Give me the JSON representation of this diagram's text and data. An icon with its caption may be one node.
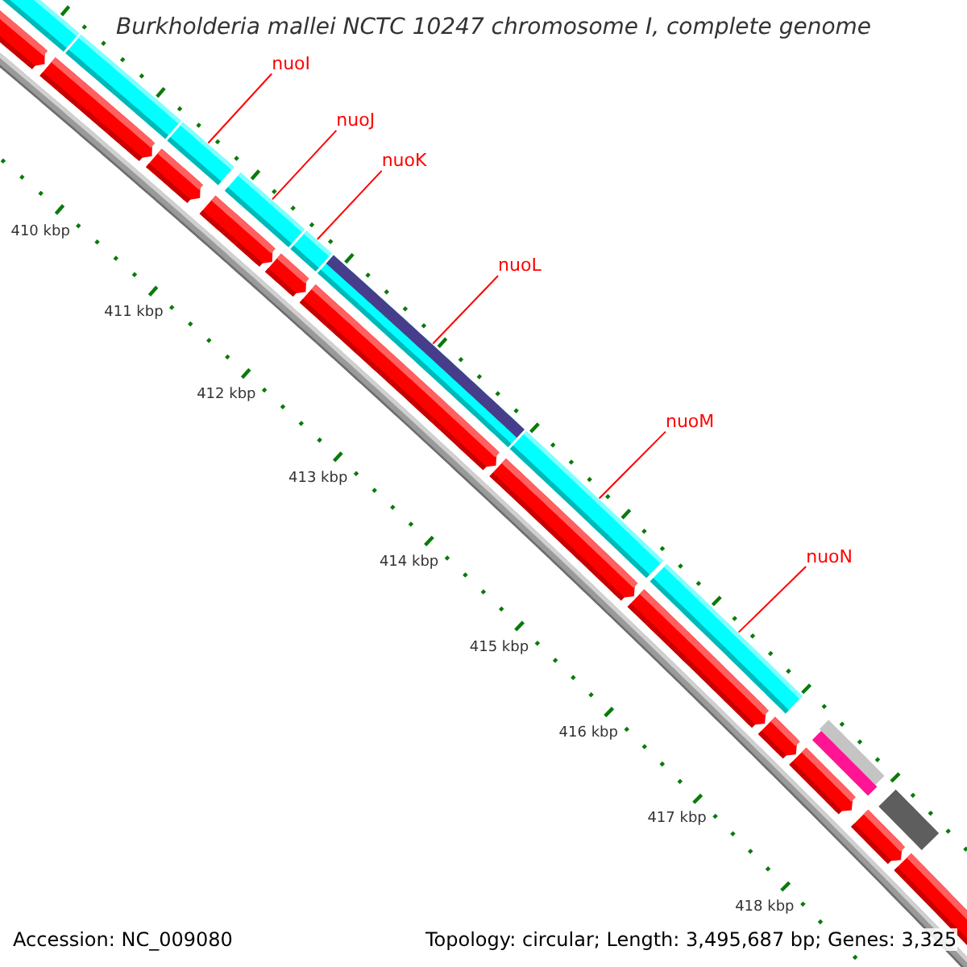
{
  "diagram": {
    "title": "Burkholderia mallei NCTC 10247 chromosome I, complete genome",
    "nodes": [
      {
        "text": [
          "nuoI"
        ]
      },
      {
        "text": [
          "nuoJ"
        ]
      },
      {
        "text": [
          "nuoK"
        ]
      },
      {
        "text": [
          "nuoL"
        ]
      },
      {
        "text": [
          "nuoM"
        ]
      },
      {
        "text": [
          "nuoN"
        ]
      },
      {
        "text": [],
        "shape": "bar"
      },
      {
        "text": [],
        "shape": "bar"
      },
      {
        "text": [],
        "shape": "bar"
      },
      {
        "text": [],
        "shape": "bar"
      },
      {
        "text": [],
        "shape": "bar"
      },
      {
        "text": [],
        "shape": "bar"
      }
    ],
    "edges": [
      {
        "from": 0,
        "to": 6,
        "arrow": "none"
      },
      {
        "from": 1,
        "to": 7,
        "arrow": "none"
      },
      {
        "from": 2,
        "to": 8,
        "arrow": "none"
      },
      {
        "from": 3,
        "to": 9,
        "arrow": "none"
      },
      {
        "from": 4,
        "to": 10,
        "arrow": "none"
      },
      {
        "from": 5,
        "to": 11,
        "arrow": "none"
      }
    ],
    "labels": [
      "410 kbp",
      "411 kbp",
      "412 kbp",
      "413 kbp",
      "414 kbp",
      "415 kbp",
      "416 kbp",
      "417 kbp",
      "418 kbp",
      "Accession: NC_009080",
      "Topology: circular; Length: 3,495,687 bp; Genes: 3,325"
    ]
  }
}
